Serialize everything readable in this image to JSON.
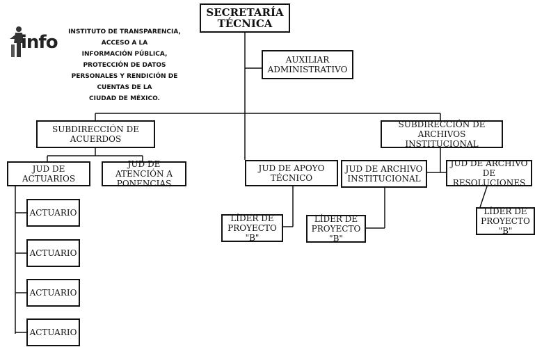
{
  "header": {
    "logo_word": "info",
    "institute_name": "INSTITUTO DE TRANSPARENCIA, ACCESO A LA\nINFORMACIÓN PÚBLICA, PROTECCIÓN DE DATOS\nPERSONALES Y RENDICIÓN DE CUENTAS DE LA\nCIUDAD DE MÉXICO."
  },
  "org": {
    "secretaria": "SECRETARÍA\nTÉCNICA",
    "auxiliar": "AUXILIAR\nADMINISTRATIVO",
    "sub_acuerdos": "SUBDIRECCIÓN DE ACUERDOS",
    "sub_archivos": "SUBDIRECCIÓN DE ARCHIVOS\nINSTITUCIONAL",
    "jud_actuarios": "JUD DE ACTUARIOS",
    "jud_ponencias": "JUD DE ATENCIÓN A\nPONENCIAS",
    "jud_apoyo": "JUD DE APOYO\nTÉCNICO",
    "jud_archivo_inst": "JUD DE ARCHIVO\nINSTITUCIONAL",
    "jud_archivo_res": "JUD DE ARCHIVO DE\nRESOLUCIONES",
    "lider_1": "LÍDER DE\nPROYECTO \"B\"",
    "lider_2": "LÍDER DE\nPROYECTO \"B\"",
    "lider_3": "LÍDER DE\nPROYECTO \"B\"",
    "actuarios": [
      "ACTUARIO",
      "ACTUARIO",
      "ACTUARIO",
      "ACTUARIO"
    ]
  }
}
